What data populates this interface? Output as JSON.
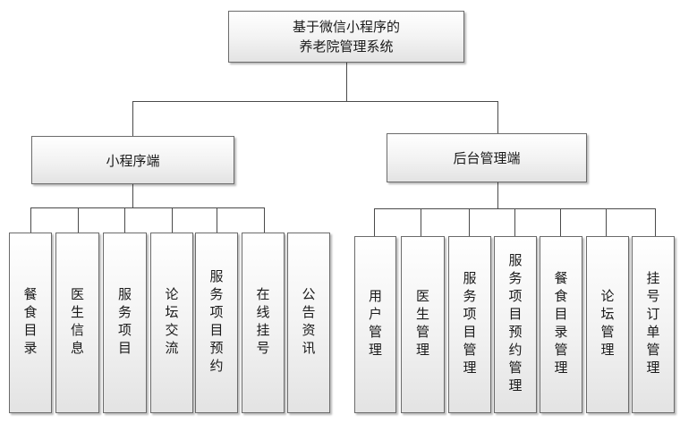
{
  "root": {
    "title": "基于微信小程序的\n养老院管理系统"
  },
  "branches": [
    {
      "label": "小程序端",
      "leaves": [
        "餐食目录",
        "医生信息",
        "服务项目",
        "论坛交流",
        "服务项目预约",
        "在线挂号",
        "公告资讯"
      ]
    },
    {
      "label": "后台管理端",
      "leaves": [
        "用户管理",
        "医生管理",
        "服务项目管理",
        "服务项目预约管理",
        "餐食目录管理",
        "论坛管理",
        "挂号订单管理"
      ]
    }
  ]
}
